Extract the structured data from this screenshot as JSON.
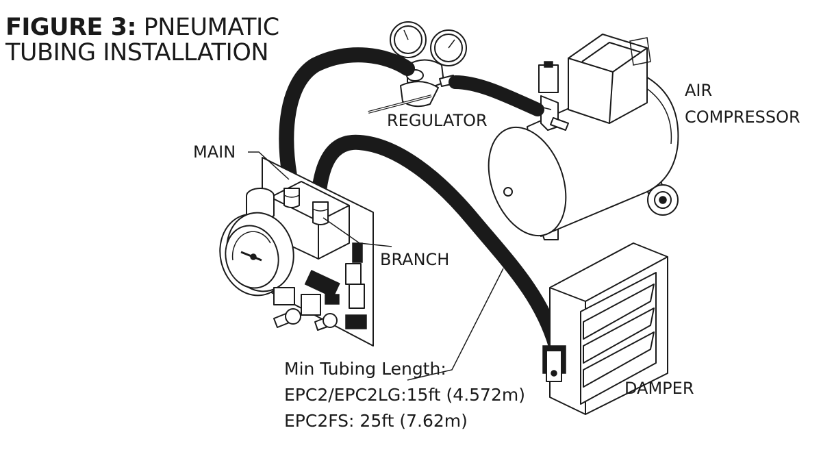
{
  "figure": {
    "title_bold": "FIGURE 3:",
    "title_rest": "PNEUMATIC",
    "title_line2": "TUBING INSTALLATION"
  },
  "labels": {
    "main": "MAIN",
    "branch": "BRANCH",
    "regulator": "REGULATOR",
    "air_line1": "AIR",
    "air_line2": "COMPRESSOR",
    "damper": "DAMPER"
  },
  "note": {
    "heading": "Min Tubing Length:",
    "line1": "EPC2/EPC2LG:15ft (4.572m)",
    "line2": "EPC2FS: 25ft (7.62m)"
  }
}
